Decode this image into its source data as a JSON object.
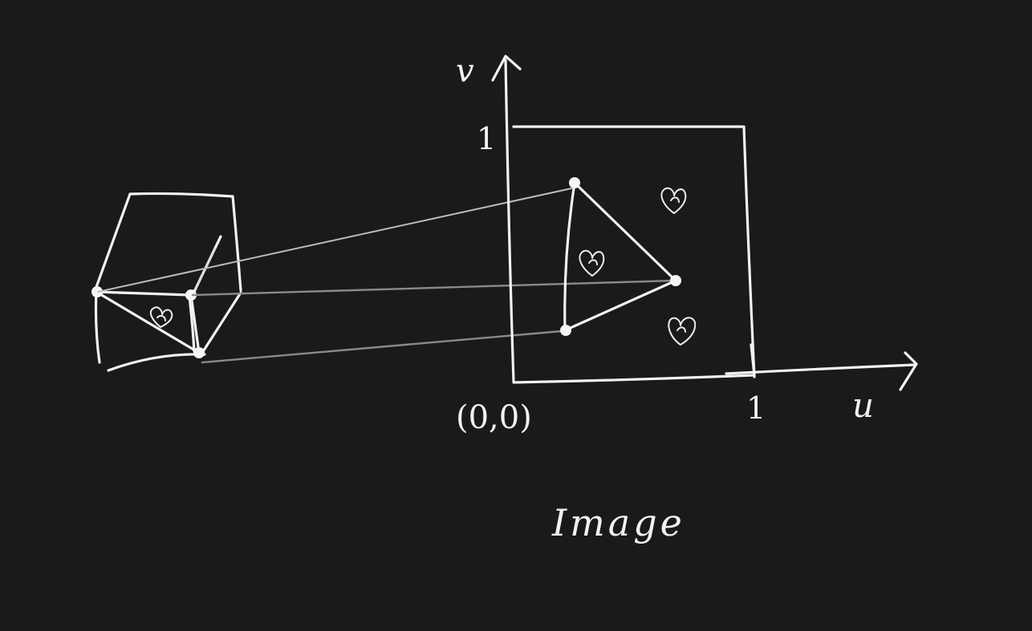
{
  "diagram": {
    "axes": {
      "horizontal_label": "u",
      "vertical_label": "v",
      "origin_label": "(0,0)",
      "u_max_label": "1",
      "v_max_label": "1"
    },
    "caption": "Image",
    "colors": {
      "background": "#1a1a1a",
      "ink": "#f2f2f2"
    }
  }
}
